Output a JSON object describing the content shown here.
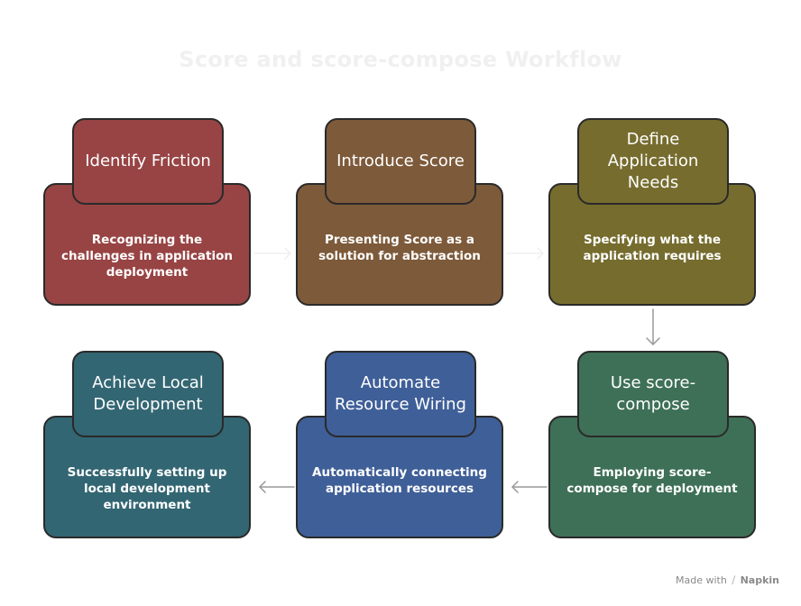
{
  "title": "Score and score-compose Workflow",
  "steps": [
    {
      "heading": "Identify Friction",
      "description": "Recognizing the challenges in application deployment",
      "color": "#984444"
    },
    {
      "heading": "Introduce Score",
      "description": "Presenting Score as a solution for abstraction",
      "color": "#7d5a3a"
    },
    {
      "heading": "Define Application Needs",
      "description": "Specifying what the application requires",
      "color": "#766c2e"
    },
    {
      "heading": "Use score-compose",
      "description": "Employing score-compose for deployment",
      "color": "#3e7057"
    },
    {
      "heading": "Automate Resource Wiring",
      "description": "Automatically connecting application resources",
      "color": "#3f5f98"
    },
    {
      "heading": "Achieve Local Development",
      "description": "Successfully setting up local development environment",
      "color": "#336673"
    }
  ],
  "footer": {
    "made_with": "Made with",
    "brand": "Napkin"
  }
}
